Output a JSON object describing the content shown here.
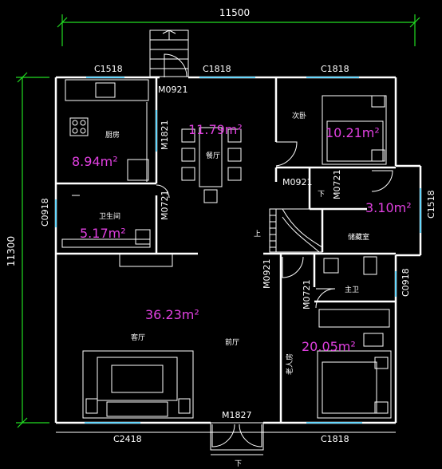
{
  "dimensions": {
    "width": "11500",
    "height": "11300"
  },
  "codes": {
    "c1518_top": "C1518",
    "c1818_top_mid": "C1818",
    "c1818_top_right": "C1818",
    "m0921_top": "M0921",
    "m1821": "M1821",
    "m0921_mid": "M0921",
    "m0721_right": "M0721",
    "c1518_right": "C1518",
    "c0918_left": "C0918",
    "m0721_left": "M0721",
    "m0921_lower": "M0921",
    "m0721_lower": "M0721",
    "c0918_right": "C0918",
    "m1827": "M1827",
    "c2418": "C2418",
    "c1818_bottom": "C1818"
  },
  "areas": {
    "kitchen": "8.94m²",
    "dining": "11.79m²",
    "bedroom2": "10.21m²",
    "storage": "3.10m²",
    "bath": "5.17m²",
    "living": "36.23m²",
    "master": "20.05m²"
  },
  "rooms": {
    "kitchen": "厨房",
    "dining": "餐厅",
    "bedroom2": "次卧",
    "bath": "卫生间",
    "storage": "储藏室",
    "mainbath": "主卫",
    "living": "客厅",
    "hall": "前厅",
    "elder": "老人房"
  },
  "stairs": {
    "down_mid": "下",
    "up_mid": "上",
    "down_bottom": "下"
  },
  "colors": {
    "background": "#000000",
    "wall": "#ffffff",
    "dimension_line": "#22dd22",
    "window": "#33ccff",
    "area_text": "#e040e0"
  }
}
